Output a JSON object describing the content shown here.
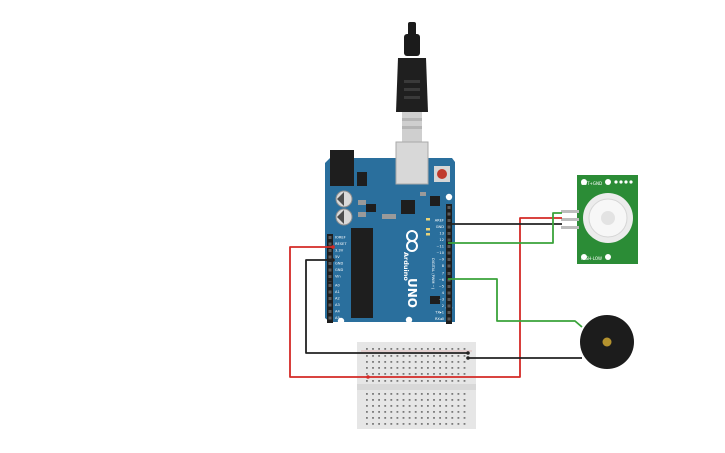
{
  "board": {
    "brand": "Arduino",
    "model": "UNO",
    "power_header_labels": [
      "IOREF",
      "RESET",
      "3.3V",
      "5V",
      "GND",
      "GND",
      "Vin"
    ],
    "analog_header_labels": [
      "A0",
      "A1",
      "A2",
      "A3",
      "A4",
      "A5"
    ],
    "digital_top_labels": [
      "AREF",
      "GND",
      "13",
      "12",
      "~11",
      "~10",
      "~9",
      "8"
    ],
    "digital_bottom_labels": [
      "7",
      "~6",
      "~5",
      "4",
      "~3",
      "2",
      "TX▸1",
      "RX◂0"
    ],
    "digital_section_label": "DIGITAL (PWM ~)"
  },
  "pir_sensor": {
    "top_label": "OUT+GND",
    "bottom_label": "HIGH-LOW"
  },
  "colors": {
    "board": "#2a6f9d",
    "wire_red": "#d42a26",
    "wire_black": "#222222",
    "wire_green": "#3aa33a",
    "pir_board": "#2b8c36",
    "buzzer": "#1c1c1c",
    "breadboard": "#e6e6e6"
  },
  "components": [
    "usb-cable",
    "arduino-uno",
    "pir-sensor",
    "piezo-buzzer",
    "mini-breadboard"
  ]
}
